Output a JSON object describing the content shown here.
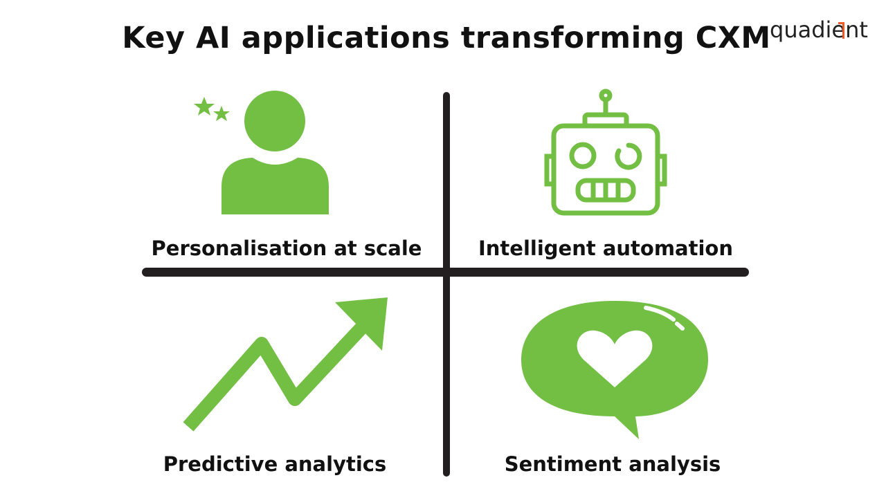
{
  "title": "Key AI applications transforming CXM",
  "logo": "quadient",
  "colors": {
    "accent": "#72bf44",
    "divider": "#231f20",
    "logo_mark": "#f05a28"
  },
  "quadrants": [
    {
      "label": "Personalisation at scale",
      "icon": "person-stars-icon"
    },
    {
      "label": "Intelligent automation",
      "icon": "robot-icon"
    },
    {
      "label": "Predictive analytics",
      "icon": "trend-arrow-icon"
    },
    {
      "label": "Sentiment analysis",
      "icon": "heart-speech-bubble-icon"
    }
  ]
}
